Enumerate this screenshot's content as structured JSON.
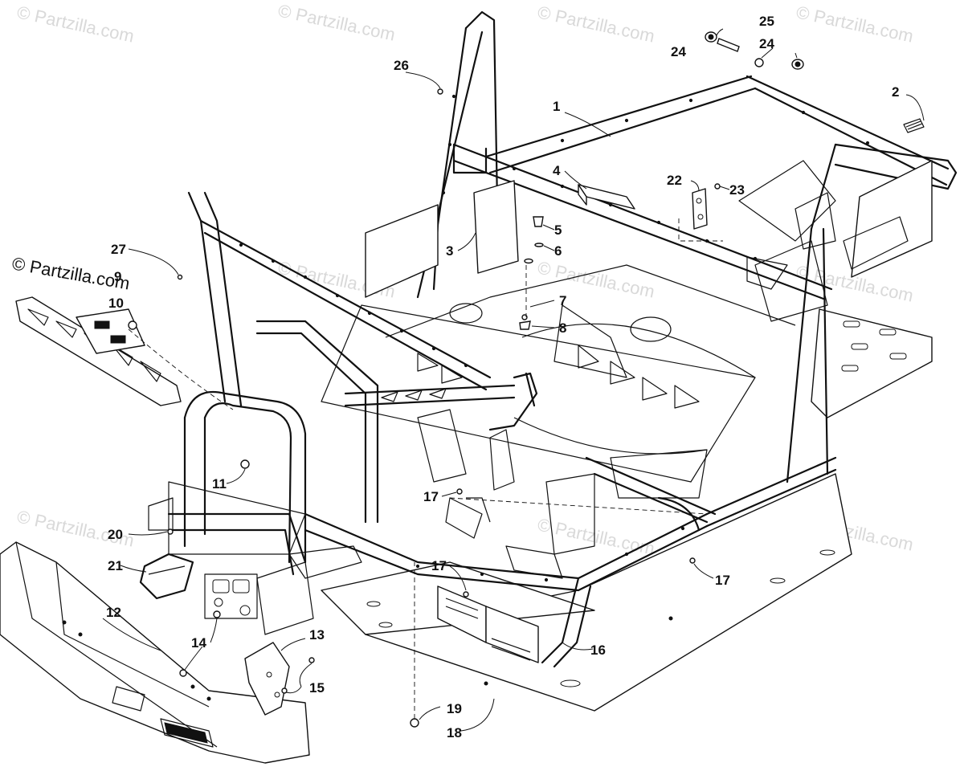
{
  "watermarks": {
    "main": "© Partzilla.com",
    "faint": [
      "© Partzilla.com",
      "© Partzilla.com",
      "© Partzilla.com",
      "© Partzilla.com",
      "© Partzilla.com",
      "© Partzilla.com",
      "© Partzilla.com",
      "© Partzilla.com",
      "© Partzilla.com",
      "© Partzilla.com"
    ]
  },
  "callouts": {
    "c1": "1",
    "c2": "2",
    "c3": "3",
    "c4": "4",
    "c5": "5",
    "c6": "6",
    "c7": "7",
    "c8": "8",
    "c9": "9",
    "c10": "10",
    "c11": "11",
    "c12": "12",
    "c13": "13",
    "c14": "14",
    "c15": "15",
    "c16": "16",
    "c17a": "17",
    "c17b": "17",
    "c17c": "17",
    "c18": "18",
    "c19": "19",
    "c20": "20",
    "c21": "21",
    "c22": "22",
    "c23": "23",
    "c24a": "24",
    "c24b": "24",
    "c25": "25",
    "c26": "26",
    "c27": "27"
  }
}
